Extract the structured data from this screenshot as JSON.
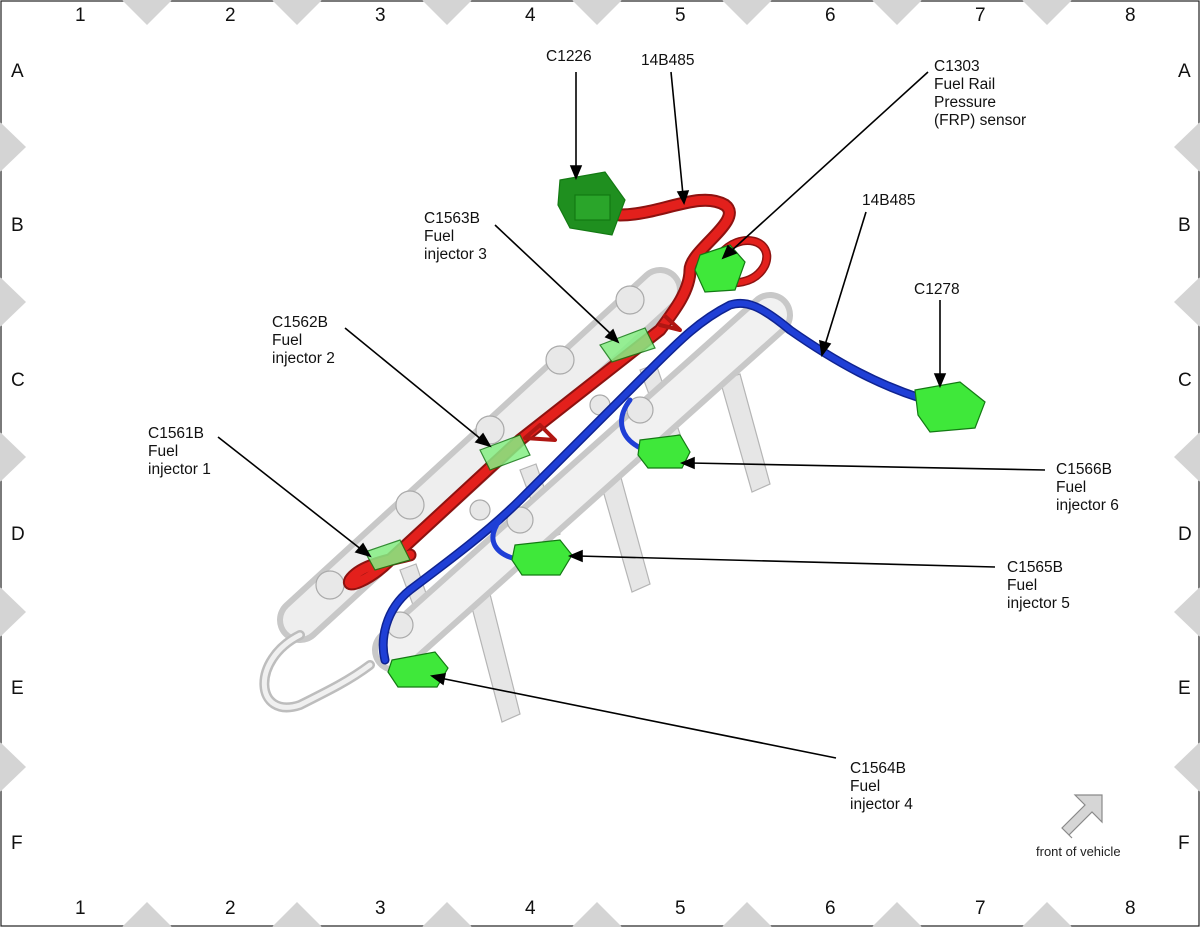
{
  "grid": {
    "columns": [
      "1",
      "2",
      "3",
      "4",
      "5",
      "6",
      "7",
      "8"
    ],
    "rows": [
      "A",
      "B",
      "C",
      "D",
      "E",
      "F"
    ]
  },
  "callouts": {
    "c1226": {
      "lines": [
        "C1226"
      ]
    },
    "h14b485_top": {
      "lines": [
        "14B485"
      ]
    },
    "c1303": {
      "lines": [
        "C1303",
        "Fuel Rail",
        "Pressure",
        "(FRP) sensor"
      ]
    },
    "h14b485_right": {
      "lines": [
        "14B485"
      ]
    },
    "c1278": {
      "lines": [
        "C1278"
      ]
    },
    "c1563b": {
      "lines": [
        "C1563B",
        "Fuel",
        "injector 3"
      ]
    },
    "c1562b": {
      "lines": [
        "C1562B",
        "Fuel",
        "injector 2"
      ]
    },
    "c1561b": {
      "lines": [
        "C1561B",
        "Fuel",
        "injector 1"
      ]
    },
    "c1566b": {
      "lines": [
        "C1566B",
        "Fuel",
        "injector 6"
      ]
    },
    "c1565b": {
      "lines": [
        "C1565B",
        "Fuel",
        "injector 5"
      ]
    },
    "c1564b": {
      "lines": [
        "C1564B",
        "Fuel",
        "injector 4"
      ]
    }
  },
  "front_indicator": {
    "label": "front of vehicle",
    "icon": "arrow-up-right-icon"
  },
  "colors": {
    "harness_red": "#e3201c",
    "harness_blue": "#1f3fd6",
    "connector_green": "#3fe83a",
    "connector_dark_green": "#1c8f1c",
    "rail_gray": "#d9d9d9",
    "frame_marker": "#d4d4d4"
  }
}
